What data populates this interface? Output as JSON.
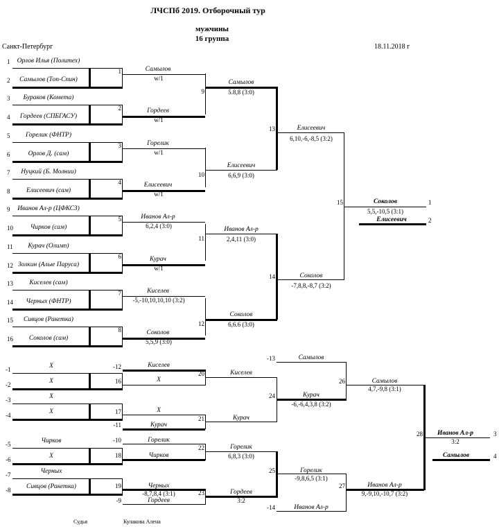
{
  "header": {
    "title": "ЛЧСПб 2019. Отборочный тур",
    "category": "мужчины",
    "group": "16  группа",
    "city": "Санкт-Петербург",
    "date": "18.11.2018 г"
  },
  "seeds": [
    {
      "num": "1",
      "name": "Орлов Илья (Политех)"
    },
    {
      "num": "2",
      "name": "Самылов (Топ-Спин)"
    },
    {
      "num": "3",
      "name": "Бураков (Комета)"
    },
    {
      "num": "4",
      "name": "Гордеев (СПБГАСУ)"
    },
    {
      "num": "5",
      "name": "Горелик (ФНТР)"
    },
    {
      "num": "6",
      "name": "Орлов Д. (сам)"
    },
    {
      "num": "7",
      "name": "Нуцкий (Б. Молнии)"
    },
    {
      "num": "8",
      "name": "Елисеевич (сам)"
    },
    {
      "num": "9",
      "name": "Иванов Ал-р (ЦФКСЗ)"
    },
    {
      "num": "10",
      "name": "Чирков (сам)"
    },
    {
      "num": "11",
      "name": "Курач (Олимп)"
    },
    {
      "num": "12",
      "name": "Золкин (Алые Паруса)"
    },
    {
      "num": "13",
      "name": "Киселев (сам)"
    },
    {
      "num": "14",
      "name": "Черных (ФНТР)"
    },
    {
      "num": "15",
      "name": "Сивцов (Ракетка)"
    },
    {
      "num": "16",
      "name": "Соколов (сам)"
    }
  ],
  "matches": {
    "m1": {
      "num": "1",
      "winner": "Самылов",
      "score": "w/1"
    },
    "m2": {
      "num": "2",
      "winner": "Гордеев",
      "score": "w/1"
    },
    "m3": {
      "num": "3",
      "winner": "Горелик",
      "score": "w/1"
    },
    "m4": {
      "num": "4",
      "winner": "Елисеевич",
      "score": "w/1"
    },
    "m5": {
      "num": "5",
      "winner": "Иванов Ал-р",
      "score": "6,2,4 (3:0)"
    },
    "m6": {
      "num": "6",
      "winner": "Курач",
      "score": "w/1"
    },
    "m7": {
      "num": "7",
      "winner": "Киселев",
      "score": "-5,-10,10,10,10 (3:2)"
    },
    "m8": {
      "num": "8",
      "winner": "Соколов",
      "score": "5,5,9 (3:0)"
    },
    "m9": {
      "num": "9",
      "winner": "Самылов",
      "score": "5.8,8 (3:0)"
    },
    "m10": {
      "num": "10",
      "winner": "Елисеевич",
      "score": "6,6,9 (3:0)"
    },
    "m11": {
      "num": "11",
      "winner": "Иванов Ал-р",
      "score": "2,4,11 (3:0)"
    },
    "m12": {
      "num": "12",
      "winner": "Соколов",
      "score": "6,6.6 (3:0)"
    },
    "m13": {
      "num": "13",
      "winner": "Елисеевич",
      "score": "6,10,-6,-8,5 (3:2)"
    },
    "m14": {
      "num": "14",
      "winner": "Соколов",
      "score": "-7,8,8,-8,7 (3:2)"
    },
    "m15": {
      "num": "15",
      "winner": "Соколов",
      "score": "5,5,-10,5 (3:1)",
      "loser": "Елисеевич",
      "place1": "1",
      "place2": "2"
    },
    "m16": {
      "num": "16",
      "winner": "X"
    },
    "m17": {
      "num": "17",
      "winner": "X"
    },
    "m18": {
      "num": "18",
      "winner": "Чирков"
    },
    "m19": {
      "num": "19",
      "winner": "Черных",
      "score": "-8,7,8,4 (3:1)"
    },
    "m20": {
      "num": "20",
      "winner": "Киселев"
    },
    "m21": {
      "num": "21",
      "winner": "Курач"
    },
    "m22": {
      "num": "22",
      "winner": "Горелик",
      "score": "6,8,3 (3:0)"
    },
    "m23": {
      "num": "23",
      "winner": "Гордеев",
      "score": "3:2"
    },
    "m24": {
      "num": "24",
      "winner": "Курач",
      "score": "-6,-6,4,3,8 (3:2)"
    },
    "m25": {
      "num": "25",
      "winner": "Горелик",
      "score": "-9,8,6,5 (3:1)"
    },
    "m26": {
      "num": "26",
      "winner": "Самылов",
      "score": "4,7,-9,8 (3:1)"
    },
    "m27": {
      "num": "27",
      "winner": "Иванов Ал-р",
      "score": "9,-9,10,-10,7 (3:2)"
    },
    "m28": {
      "num": "28",
      "winner": "Иванов Ал-р",
      "score": "3:2",
      "loser": "Самылов",
      "place1": "3",
      "place2": "4"
    }
  },
  "consolation": {
    "l1": {
      "num": "-1",
      "name": "X"
    },
    "l2": {
      "num": "-2",
      "name": "X"
    },
    "l3": {
      "num": "-3",
      "name": "X"
    },
    "l4": {
      "num": "-4",
      "name": "X"
    },
    "l5": {
      "num": "-5",
      "name": "Чирков"
    },
    "l6": {
      "num": "-6",
      "name": "X"
    },
    "l7": {
      "num": "-7",
      "name": "Черных"
    },
    "l8": {
      "num": "-8",
      "name": "Сивцов (Ракетка)"
    },
    "l9": {
      "num": "-9",
      "name": "Гордеев"
    },
    "l10": {
      "num": "-10",
      "name": "Горелик"
    },
    "l11": {
      "num": "-11",
      "name": "Курач"
    },
    "l12": {
      "num": "-12",
      "name": "Киселев"
    },
    "l13": {
      "num": "-13",
      "name": "Самылов"
    },
    "l14": {
      "num": "-14",
      "name": "Иванов Ал-р"
    }
  },
  "footer": {
    "judge_label": "Судья",
    "judge_name": "Кулакова Алена"
  }
}
